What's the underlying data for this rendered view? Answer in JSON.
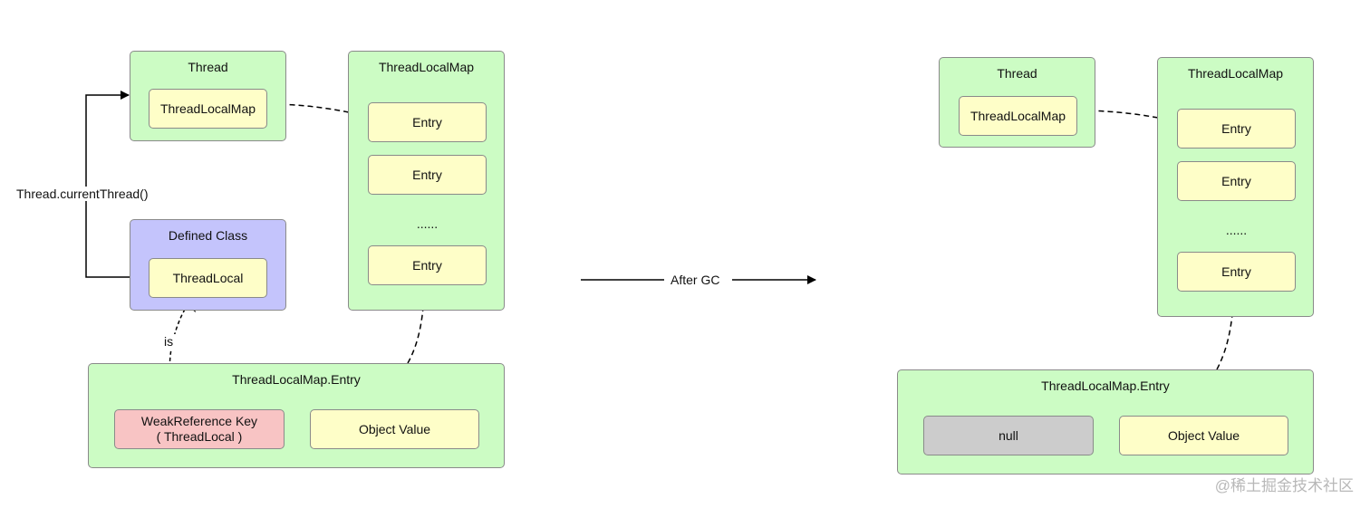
{
  "left": {
    "thread": {
      "title": "Thread",
      "inner": "ThreadLocalMap"
    },
    "defined_class": {
      "title": "Defined Class",
      "inner": "ThreadLocal"
    },
    "map": {
      "title": "ThreadLocalMap",
      "entries": [
        "Entry",
        "Entry",
        "......",
        "Entry"
      ]
    },
    "entry": {
      "title": "ThreadLocalMap.Entry",
      "key_line1": "WeakReference Key",
      "key_line2": "( ThreadLocal )",
      "value": "Object Value"
    },
    "current_thread_label": "Thread.currentThread()",
    "is_label": "is"
  },
  "middle": {
    "after_gc_label": "After GC"
  },
  "right": {
    "thread": {
      "title": "Thread",
      "inner": "ThreadLocalMap"
    },
    "map": {
      "title": "ThreadLocalMap",
      "entries": [
        "Entry",
        "Entry",
        "......",
        "Entry"
      ]
    },
    "entry": {
      "title": "ThreadLocalMap.Entry",
      "key": "null",
      "value": "Object Value"
    }
  },
  "watermark": "@稀土掘金技术社区",
  "colors": {
    "container": "#ccfcc4",
    "item": "#fefec8",
    "class": "#c4c4fc",
    "weak_key": "#f8c4c4",
    "null_key": "#cccccc"
  }
}
